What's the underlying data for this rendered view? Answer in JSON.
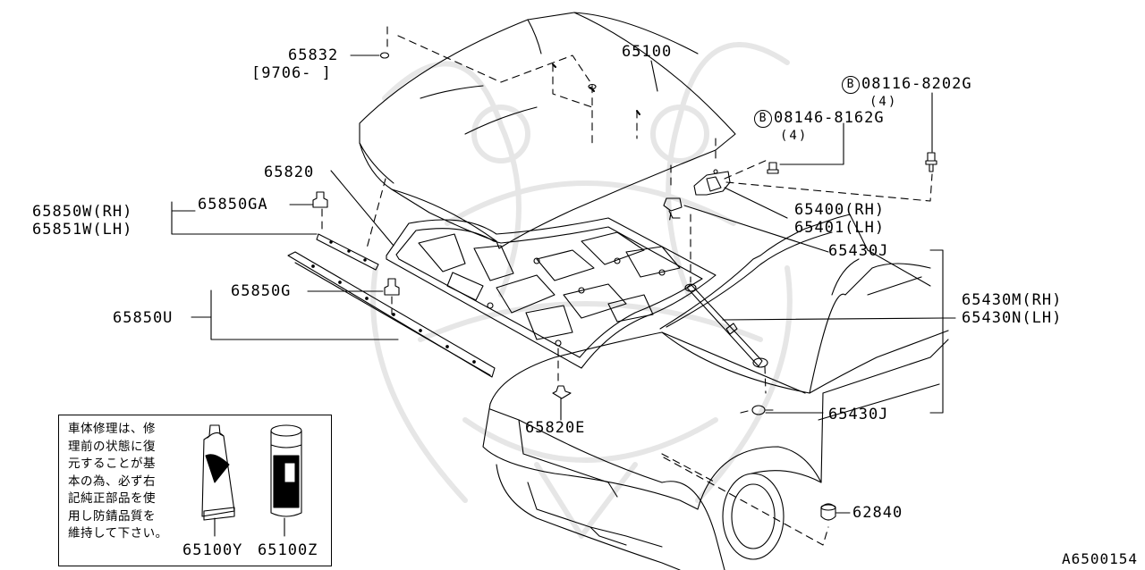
{
  "diagram": {
    "id": "A6500154",
    "part_labels": {
      "hood": "65100",
      "hood_pad": "65832",
      "hood_pad_date": "[9706-      ]",
      "insulator_clip": "65820",
      "insulator_clip_e": "65820E",
      "front_seal_rh": "65850W(RH)",
      "front_seal_lh": "65851W(LH)",
      "front_seal_clip_ga": "65850GA",
      "rear_seal_clip_g": "65850G",
      "rear_seal_u": "65850U",
      "bolt_b1_part": "08116-8202G",
      "bolt_b1_qty": "(4)",
      "bolt_b2_part": "08146-8162G",
      "bolt_b2_qty": "(4)",
      "hinge_rh": "65400(RH)",
      "hinge_lh": "65401(LH)",
      "stay_upper": "65430J",
      "stay_rh": "65430M(RH)",
      "stay_lh": "65430N(LH)",
      "stay_lower": "65430J",
      "bumper_stop": "62840"
    },
    "bolt_marker": "B",
    "note": {
      "lines": [
        "車体修理は、修",
        "理前の状態に復",
        "元することが基",
        "本の為、必ず右",
        "記純正部品を使",
        "用し防錆品質を",
        "維持して下さい。"
      ],
      "part_sealant": "65100Y",
      "part_spray": "65100Z"
    }
  }
}
